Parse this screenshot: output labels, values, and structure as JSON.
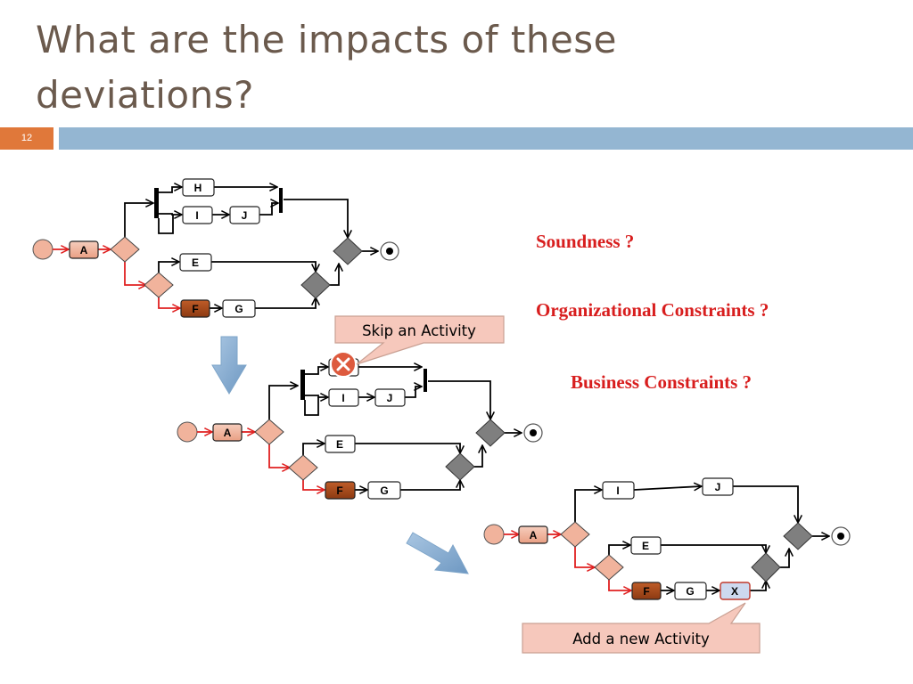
{
  "slide": {
    "title_lines": [
      "What are the impacts of these",
      "deviations?"
    ],
    "slide_number": "12"
  },
  "questions": [
    "Soundness ?",
    "Organizational Constraints ?",
    "Business Constraints ?"
  ],
  "callouts": {
    "skip": "Skip an Activity",
    "add": "Add a new Activity"
  },
  "diagrams": {
    "original": {
      "labels": {
        "A": "A",
        "E": "E",
        "F": "F",
        "G": "G",
        "H": "H",
        "I": "I",
        "J": "J"
      }
    },
    "skipped": {
      "labels": {
        "A": "A",
        "E": "E",
        "F": "F",
        "G": "G",
        "I": "I",
        "J": "J"
      }
    },
    "added": {
      "labels": {
        "A": "A",
        "E": "E",
        "F": "F",
        "G": "G",
        "I": "I",
        "J": "J",
        "X": "X"
      }
    }
  },
  "colors": {
    "title": "#6b5a4d",
    "accent_orange": "#e0783a",
    "header_bar": "#94b6d2",
    "question_red": "#d81e1e",
    "deviation_path": "#e02020",
    "activity_A": "#f1b39c",
    "activity_F": "#a4471b",
    "gateway": "#7f7f7f",
    "callout_fill": "#f6c8bc",
    "new_activity_fill": "#cdd9ef",
    "transition_arrow": "#8fb3d4"
  },
  "icons": [
    "start-event-icon",
    "end-event-icon",
    "cancel-x-icon",
    "down-arrow-icon",
    "diagonal-arrow-icon"
  ]
}
